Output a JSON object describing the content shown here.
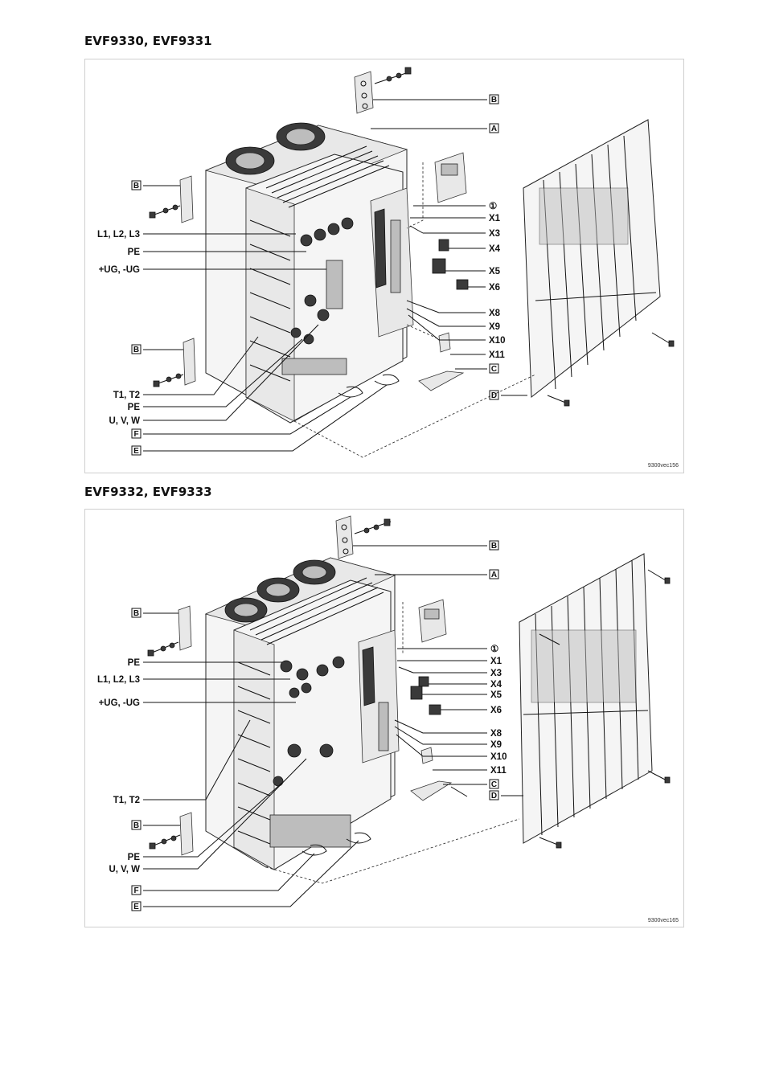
{
  "figures": [
    {
      "title": "EVF9330, EVF9331",
      "code": "9300vec156",
      "left_labels": [
        "B",
        "L1, L2, L3",
        "PE",
        "+UG, -UG",
        "B",
        "T1, T2",
        "PE",
        "U, V, W",
        "F",
        "E"
      ],
      "right_labels": [
        "B",
        "A",
        "①",
        "X1",
        "X3",
        "X4",
        "X5",
        "X6",
        "X8",
        "X9",
        "X10",
        "X11",
        "C",
        "D"
      ]
    },
    {
      "title": "EVF9332, EVF9333",
      "code": "9300vec165",
      "left_labels": [
        "B",
        "PE",
        "L1, L2, L3",
        "+UG, -UG",
        "T1, T2",
        "B",
        "PE",
        "U, V, W",
        "F",
        "E"
      ],
      "right_labels": [
        "B",
        "A",
        "①",
        "X1",
        "X3",
        "X4",
        "X5",
        "X6",
        "X8",
        "X9",
        "X10",
        "X11",
        "C",
        "D"
      ]
    }
  ]
}
